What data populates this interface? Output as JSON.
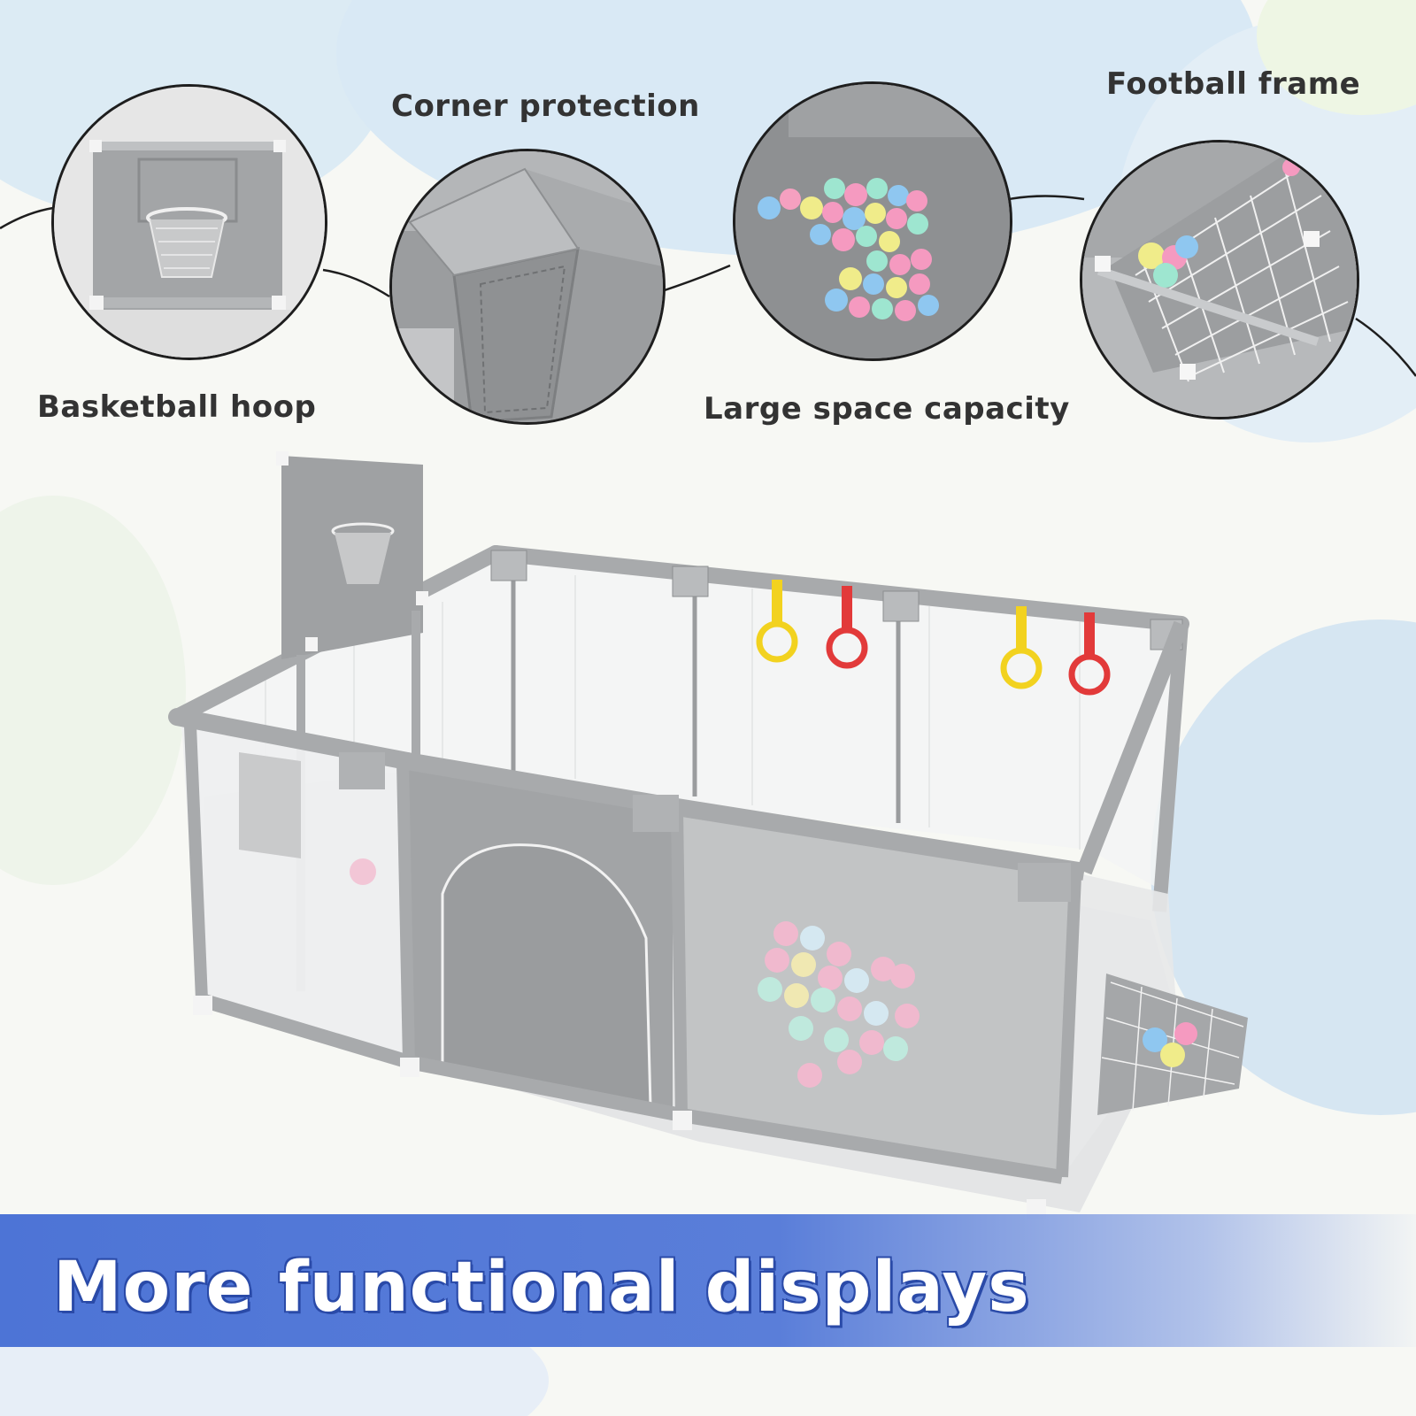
{
  "labels": {
    "basketball_hoop": "Basketball hoop",
    "corner_protection": "Corner protection",
    "large_space_capacity": "Large space capacity",
    "football_frame": "Football frame"
  },
  "banner": {
    "headline": "More functional displays"
  },
  "colors": {
    "banner": "#5279d8",
    "fabric_gray": "#9a9c9e",
    "frame_gray": "#a8aaac",
    "label_text": "#333333",
    "ring_yellow": "#f2d21f",
    "ring_red": "#e23a3a"
  }
}
